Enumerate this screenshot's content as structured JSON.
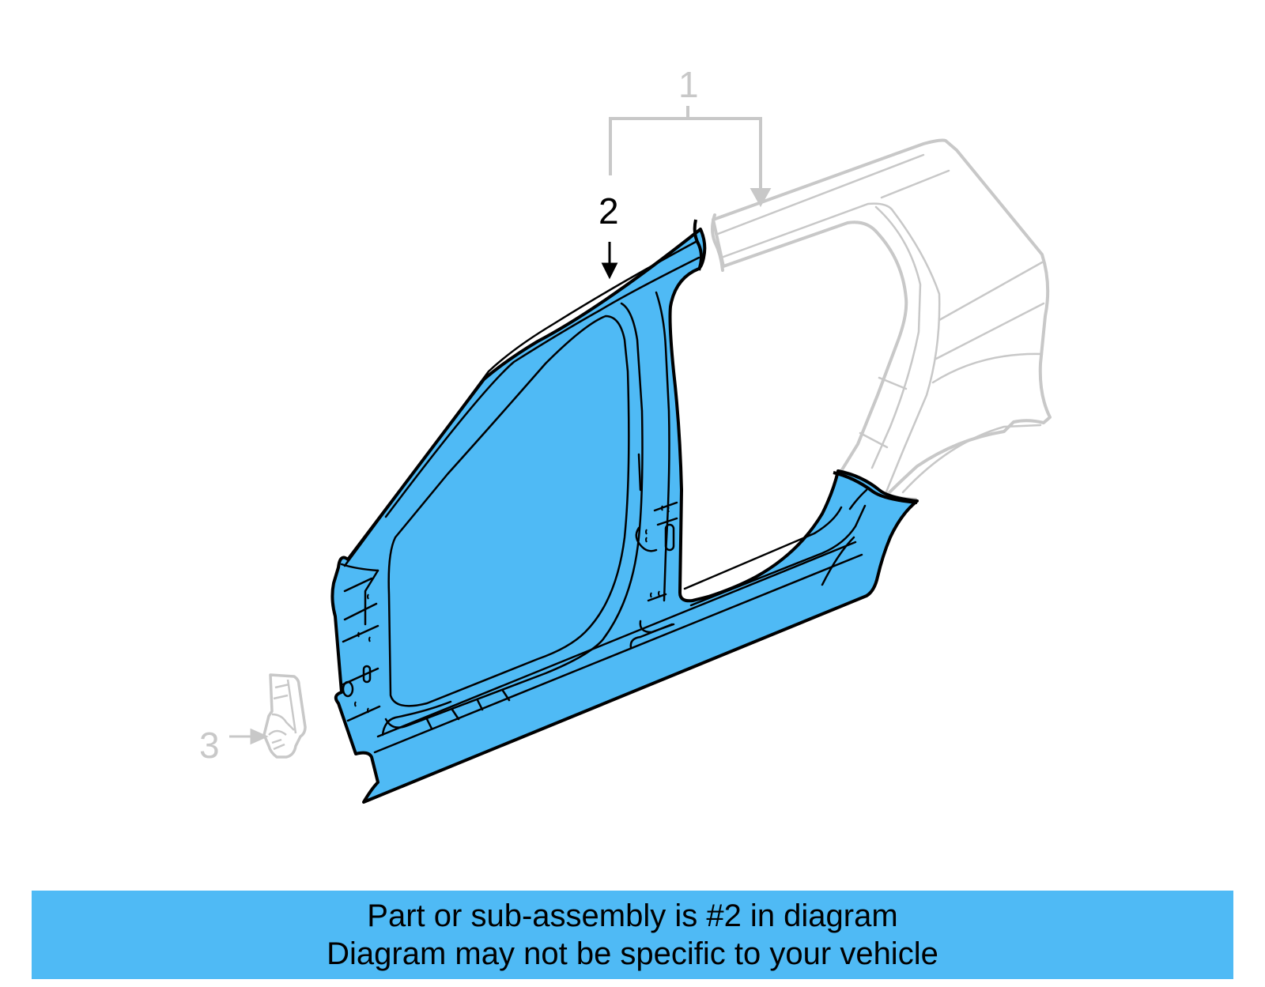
{
  "diagram": {
    "callouts": [
      {
        "number": "1",
        "state": "context",
        "description": "Full side panel assembly (greyed)"
      },
      {
        "number": "2",
        "state": "highlighted",
        "description": "Front side aperture / body side panel section"
      },
      {
        "number": "3",
        "state": "context",
        "description": "Small bracket (greyed)"
      }
    ],
    "colors": {
      "highlight_fill": "#4fbaf5",
      "highlight_stroke": "#000000",
      "ghost_stroke": "#c8c8c8",
      "background": "#ffffff"
    }
  },
  "banner": {
    "line1": "Part or sub-assembly is #2 in diagram",
    "line2": "Diagram may not be specific to your vehicle",
    "background": "#4fbaf5"
  }
}
